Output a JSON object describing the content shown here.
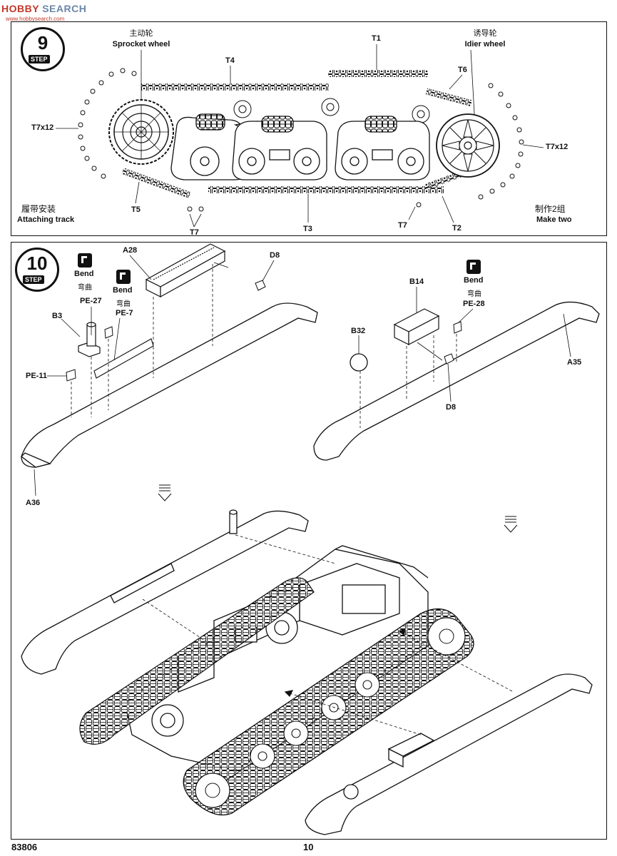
{
  "watermark": {
    "main_a": "HOBBY",
    "main_b": " SEARCH",
    "sub": "www.hobbysearch.com"
  },
  "step9": {
    "step_number": "9",
    "step_label": "STEP",
    "sprocket_cn": "主动轮",
    "sprocket_en": "Sprocket wheel",
    "idler_cn": "诱导轮",
    "idler_en": "Idier wheel",
    "title_cn": "履带安装",
    "title_en": "Attaching track",
    "make_cn": "制作2组",
    "make_en": "Make two",
    "parts": {
      "t1": "T1",
      "t2": "T2",
      "t3": "T3",
      "t4": "T4",
      "t5": "T5",
      "t6": "T6",
      "t7a": "T7",
      "t7b": "T7",
      "t7x12a": "T7x12",
      "t7x12b": "T7x12"
    }
  },
  "step10": {
    "step_number": "10",
    "step_label": "STEP",
    "bend_en_1": "Bend",
    "bend_cn_1": "弯曲",
    "bend_en_2": "Bend",
    "bend_cn_2": "弯曲",
    "bend_en_3": "Bend",
    "bend_cn_3": "弯曲",
    "parts": {
      "a28": "A28",
      "d8a": "D8",
      "pe27": "PE-27",
      "pe7": "PE-7",
      "b3": "B3",
      "pe11": "PE-11",
      "a36": "A36",
      "b14": "B14",
      "pe28": "PE-28",
      "b32": "B32",
      "a35": "A35",
      "d8b": "D8"
    }
  },
  "footer": {
    "code": "83806",
    "page": "10"
  }
}
